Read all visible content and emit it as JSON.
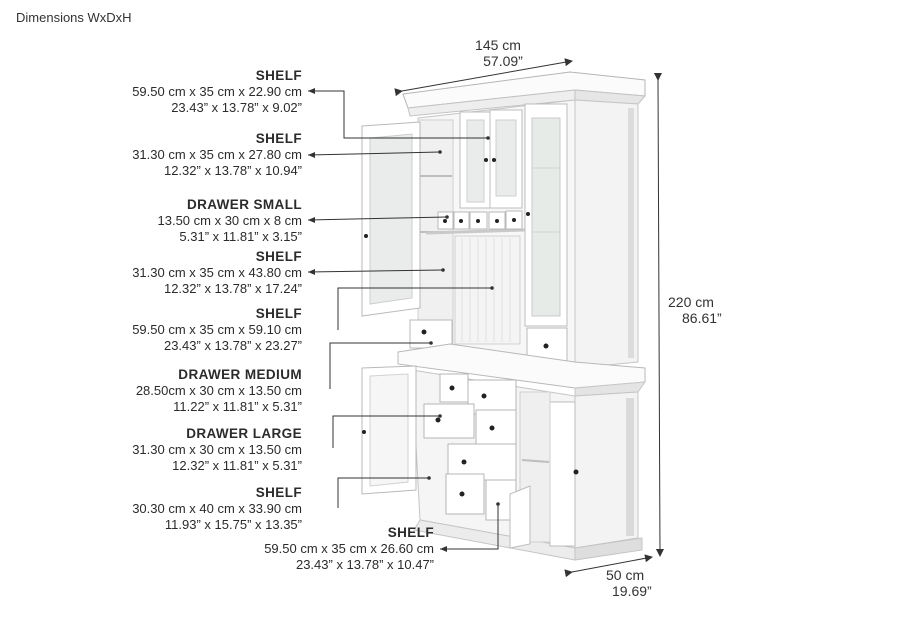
{
  "title": "Dimensions WxDxH",
  "width": {
    "cm": "145 cm",
    "in": "57.09”"
  },
  "depth": {
    "cm": "50 cm",
    "in": "19.69”"
  },
  "height": {
    "cm": "220 cm",
    "in": "86.61”"
  },
  "labels": [
    {
      "heading": "SHELF",
      "metric": "59.50 cm x 35 cm x 22.90 cm",
      "imperial": "23.43” x 13.78” x 9.02”"
    },
    {
      "heading": "SHELF",
      "metric": "31.30 cm x 35 cm x 27.80 cm",
      "imperial": "12.32” x 13.78” x 10.94”"
    },
    {
      "heading": "DRAWER SMALL",
      "metric": "13.50 cm x 30 cm x 8 cm",
      "imperial": "5.31” x 11.81” x 3.15”"
    },
    {
      "heading": "SHELF",
      "metric": "31.30 cm x 35 cm x 43.80 cm",
      "imperial": "12.32” x 13.78” x 17.24”"
    },
    {
      "heading": "SHELF",
      "metric": "59.50 cm x 35 cm x 59.10 cm",
      "imperial": "23.43” x 13.78” x 23.27”"
    },
    {
      "heading": "DRAWER MEDIUM",
      "metric": "28.50cm x 30 cm x 13.50 cm",
      "imperial": "11.22” x 11.81” x 5.31”"
    },
    {
      "heading": "DRAWER LARGE",
      "metric": "31.30 cm x 30 cm x 13.50 cm",
      "imperial": "12.32” x 11.81” x 5.31”"
    },
    {
      "heading": "SHELF",
      "metric": "30.30 cm x 40 cm x 33.90 cm",
      "imperial": "11.93” x 15.75” x 13.35”"
    },
    {
      "heading": "SHELF",
      "metric": "59.50 cm x 35 cm x 26.60 cm",
      "imperial": "23.43” x 13.78” x 10.47”"
    }
  ]
}
